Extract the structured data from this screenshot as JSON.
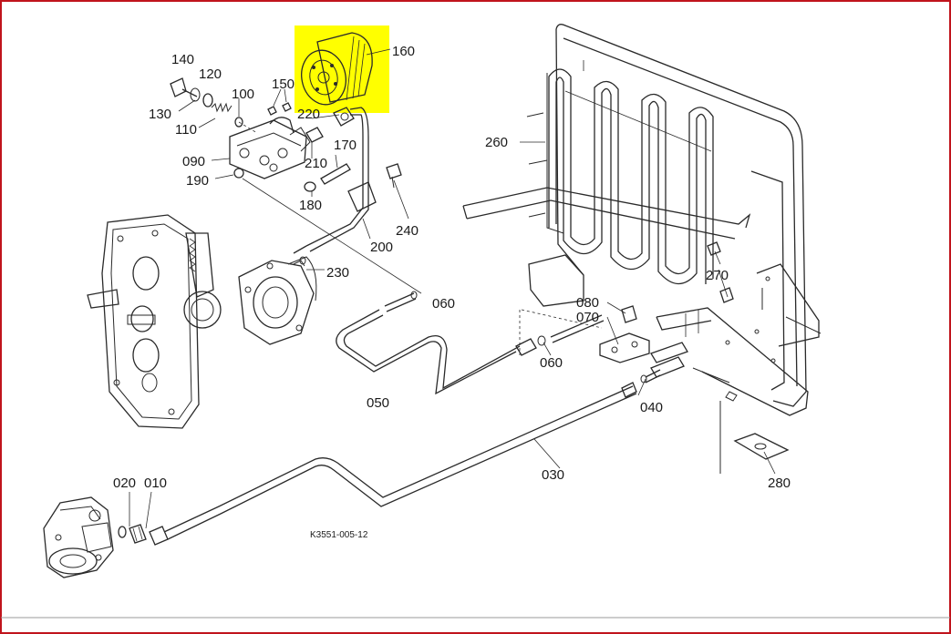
{
  "labels": {
    "p160": "160",
    "p140": "140",
    "p120": "120",
    "p100": "100",
    "p150": "150",
    "p130": "130",
    "p110": "110",
    "p220": "220",
    "p170": "170",
    "p210": "210",
    "p090": "090",
    "p190": "190",
    "p180": "180",
    "p240": "240",
    "p200": "200",
    "p260": "260",
    "p270": "270",
    "p230": "230",
    "p060a": "060",
    "p080": "080",
    "p070": "070",
    "p060b": "060",
    "p050": "050",
    "p040": "040",
    "p030": "030",
    "p280": "280",
    "p020": "020",
    "p010": "010"
  },
  "drawing_code": "K3551-005-12",
  "colors": {
    "highlight": "#ffff00",
    "frame_border": "#c0141c",
    "line": "#2a2a2a"
  }
}
